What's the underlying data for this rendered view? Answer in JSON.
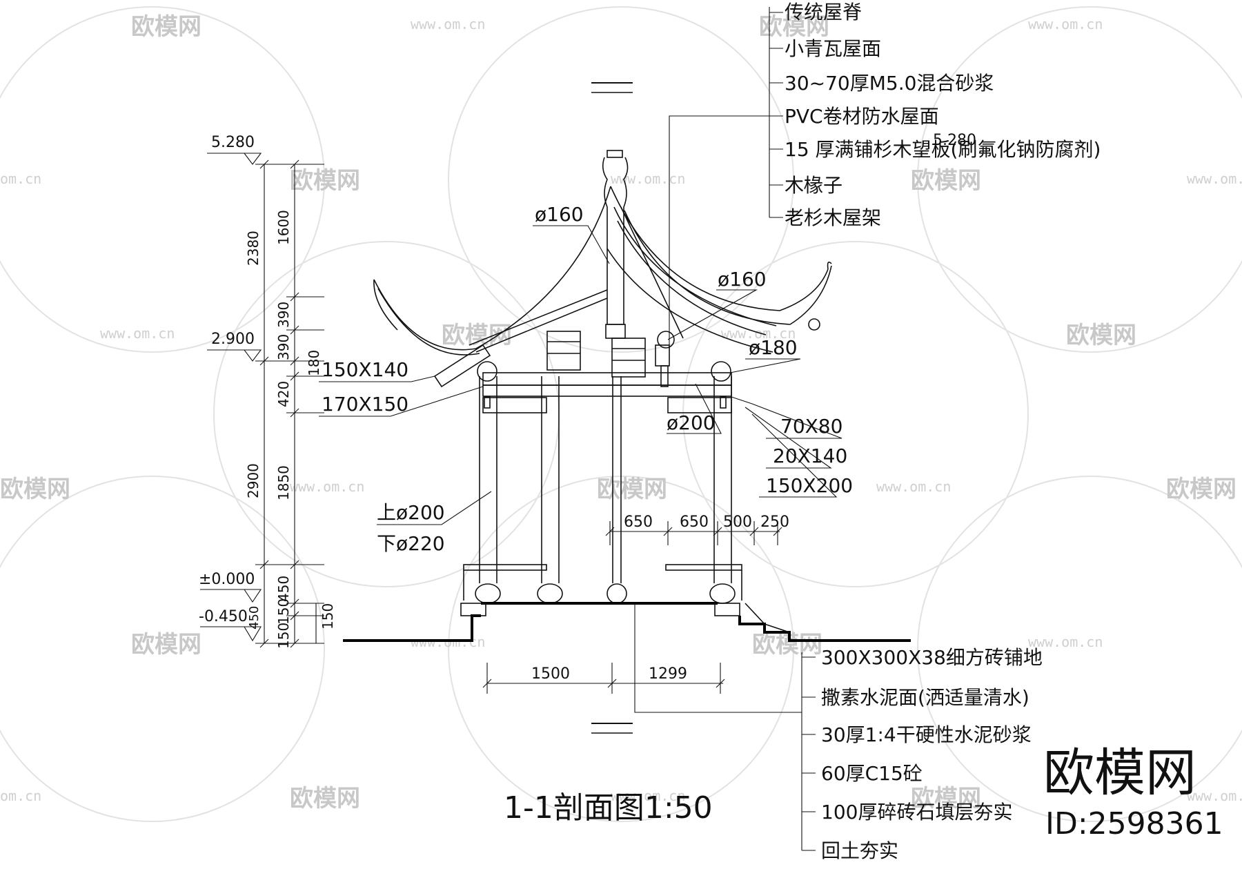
{
  "watermark": {
    "brand": "欧模网",
    "url": "www.om.cn",
    "url_short": "om.cn",
    "id": "ID:2598361"
  },
  "title": "1-1剖面图1:50",
  "roof_layers": [
    "传统屋脊",
    "小青瓦屋面",
    "30~70厚M5.0混合砂浆",
    "PVC卷材防水屋面",
    "15 厚满铺杉木望板(刷氟化钠防腐剂)",
    "木椽子",
    "老杉木屋架"
  ],
  "floor_layers": [
    "300X300X38细方砖铺地",
    "撒素水泥面(洒适量清水)",
    "30厚1:4干硬性水泥砂浆",
    "60厚C15砼",
    "100厚碎砖石填层夯实",
    "回土夯实"
  ],
  "elevations": {
    "top": "5.280",
    "eave": "2.900",
    "floor": "±0.000",
    "ground": "-0.450",
    "ridge_overlap": "5.280"
  },
  "vertical_dims": {
    "outer": [
      "2380",
      "2900",
      "450"
    ],
    "inner": [
      "1600",
      "390",
      "390",
      "180",
      "420",
      "1850",
      "450",
      "150",
      "150"
    ],
    "stair": [
      "150"
    ]
  },
  "member_labels": {
    "d160_top": "ø160",
    "d160_mid": "ø160",
    "d180": "ø180",
    "d200": "ø200",
    "b150x140": "150X140",
    "b170x150": "170X150",
    "b70x80": "70X80",
    "b20x140": "20X140",
    "b150x200": "150X200",
    "col_top": "上ø200",
    "col_bottom": "下ø220"
  },
  "horizontal_dims": {
    "upper": [
      "650",
      "650",
      "500",
      "250"
    ],
    "lower": [
      "1500",
      "1299"
    ]
  },
  "colors": {
    "line": "#111111",
    "watermark": "#c8c8c8"
  }
}
